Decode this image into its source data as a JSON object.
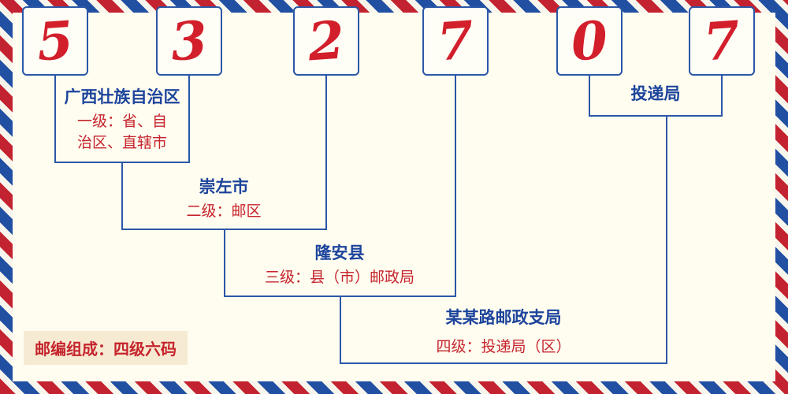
{
  "postal_code": {
    "digits": [
      "5",
      "3",
      "2",
      "7",
      "0",
      "7"
    ]
  },
  "levels": {
    "level1": {
      "name": "广西壮族自治区",
      "desc": "一级：省、自治区、直辖市"
    },
    "level2": {
      "name": "崇左市",
      "desc": "二级：邮区"
    },
    "level3": {
      "name": "隆安县",
      "desc": "三级：县（市）邮政局"
    },
    "level4": {
      "name": "某某路邮政支局",
      "desc": "四级：投递局（区）"
    },
    "delivery": {
      "name": "投递局"
    }
  },
  "footer": {
    "composition": "邮编组成：四级六码"
  },
  "colors": {
    "digit_red": "#d21f2b",
    "line_blue": "#2b57a7",
    "name_blue": "#1c449c",
    "text_red": "#c5242c",
    "stripe_red": "#c32330",
    "stripe_blue": "#2150a3",
    "background": "#fffcf0"
  }
}
